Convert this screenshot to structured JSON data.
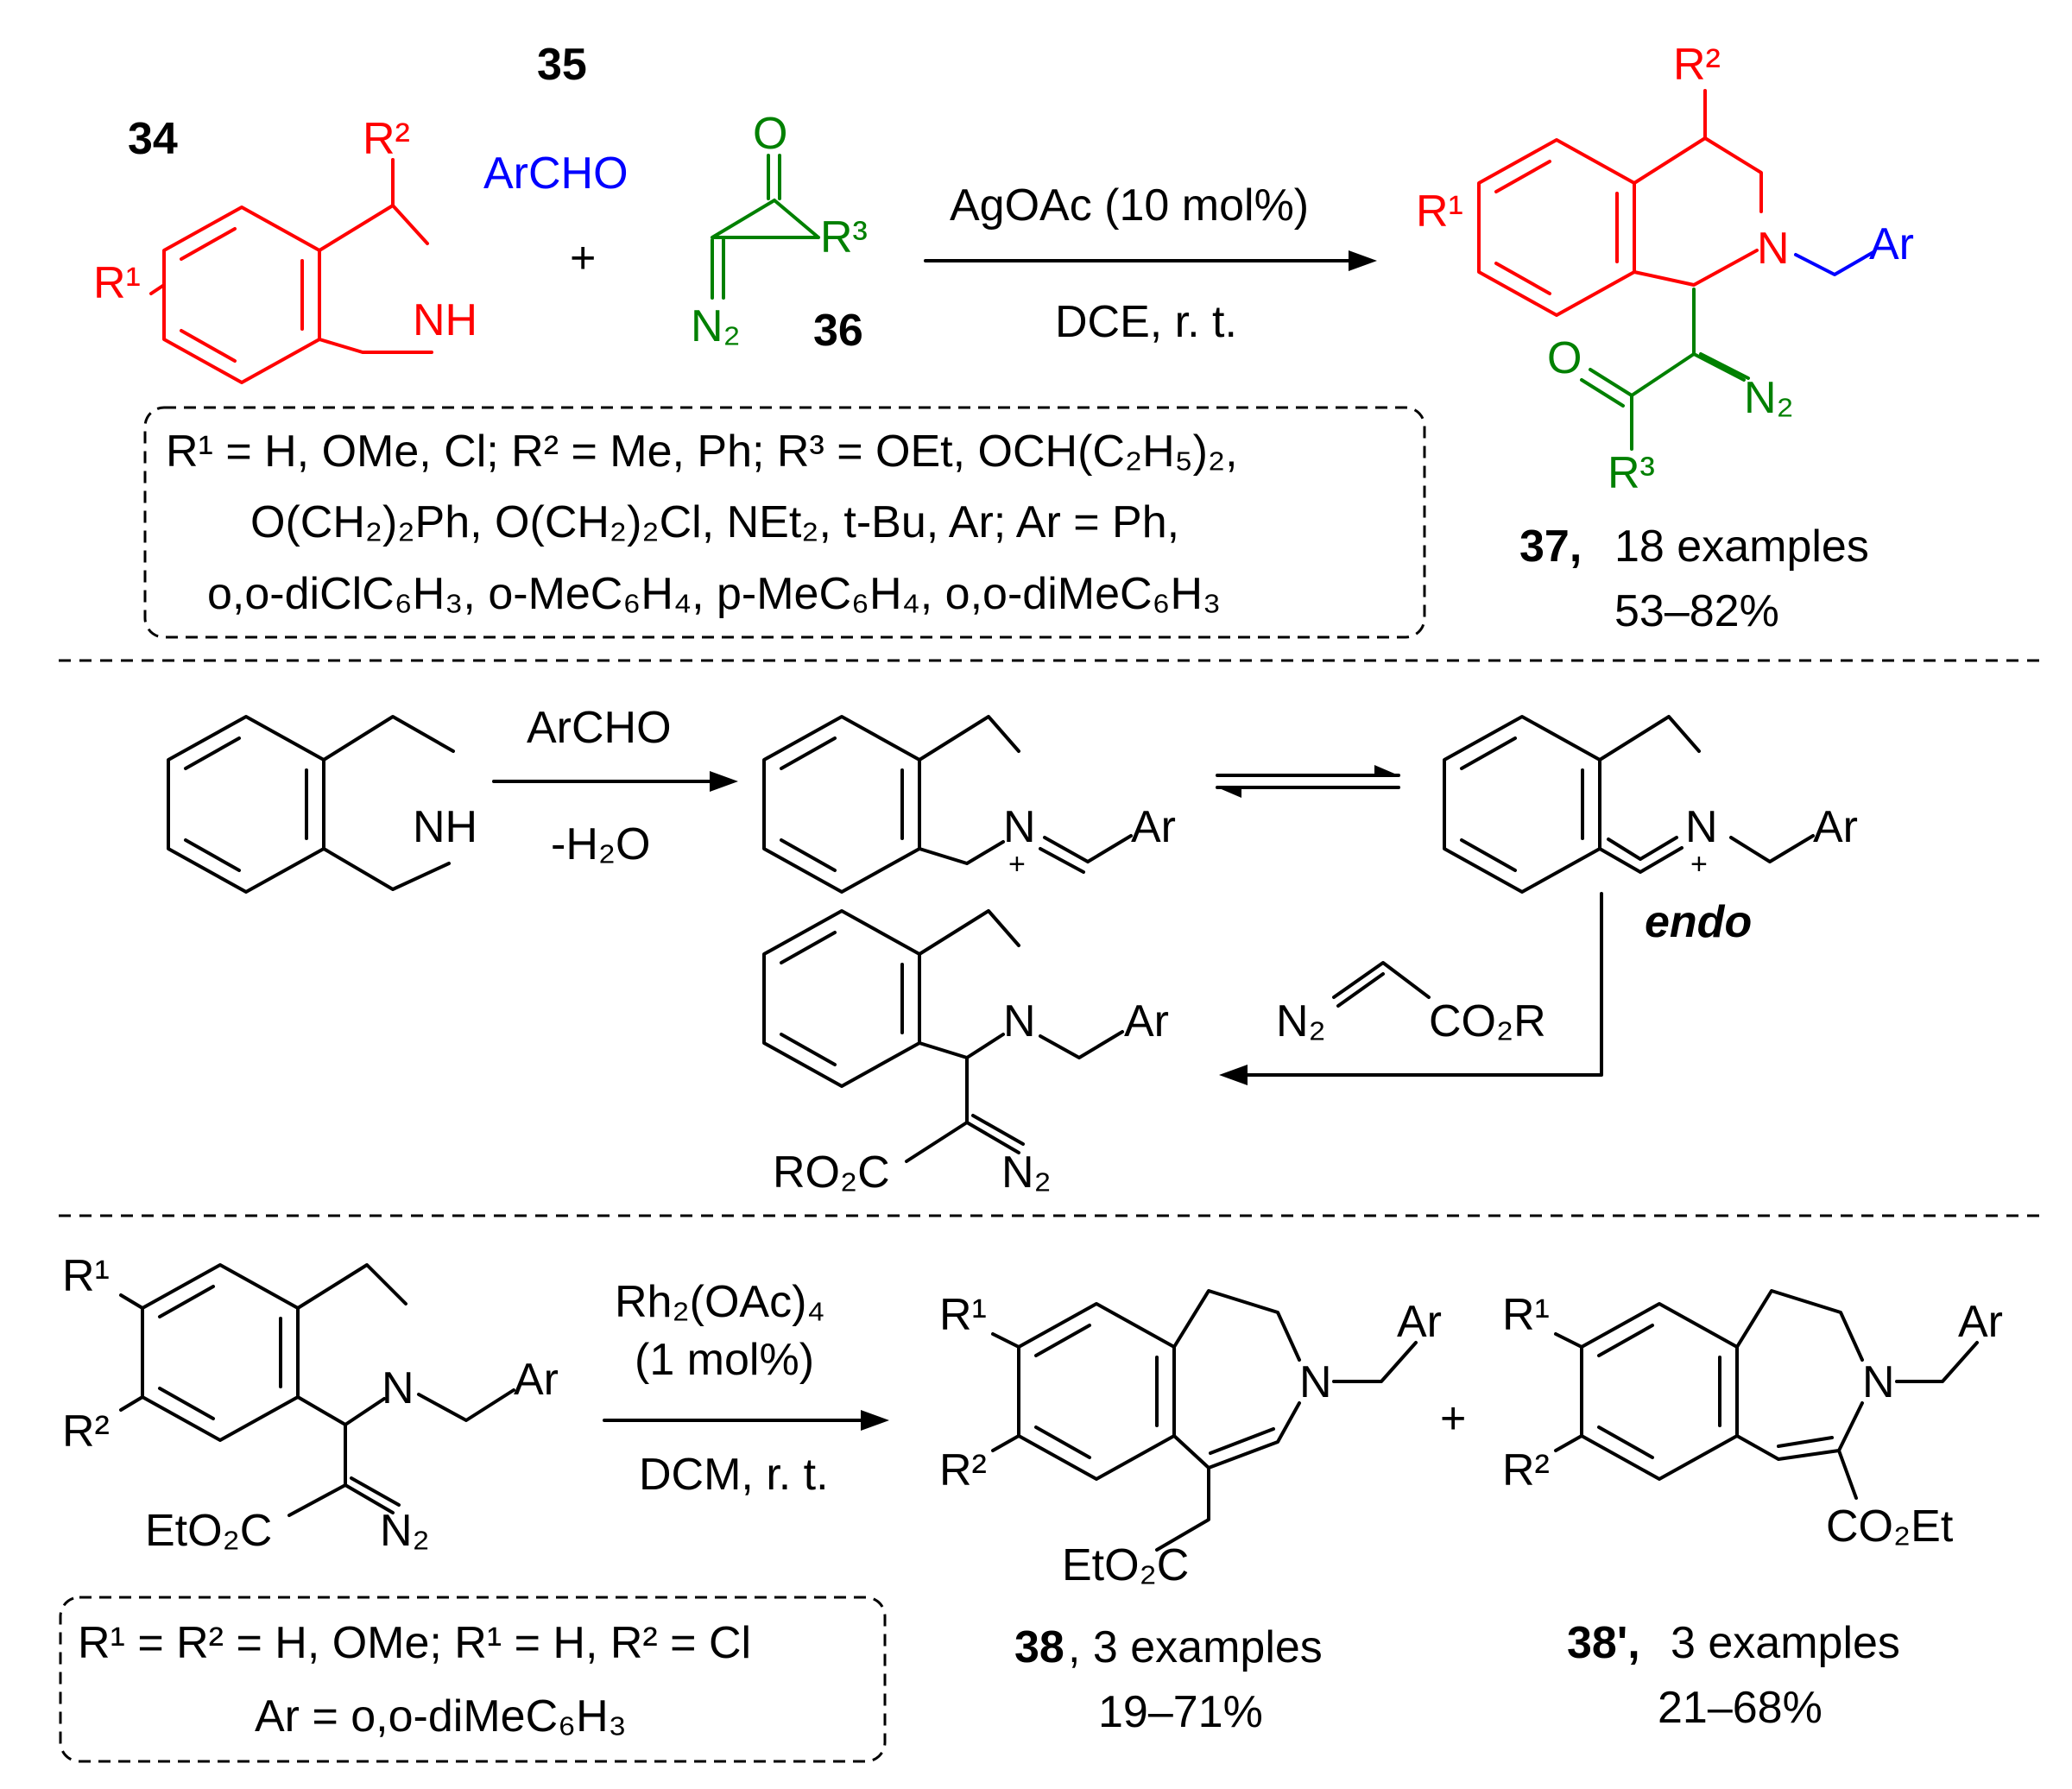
{
  "colors": {
    "substrate": "#ff0000",
    "aldehyde": "#0000ff",
    "diazo": "#008000",
    "text": "#000000"
  },
  "section1": {
    "label_34": "34",
    "label_35": "35",
    "label_36": "36",
    "aldehyde": "ArCHO",
    "plus": "+",
    "conditions_top": "AgOAc (10 mol%)",
    "conditions_bottom": "DCE, r. t.",
    "substituents_line1": "R¹ = H, OMe, Cl; R² = Me, Ph; R³ = OEt, OCH(C₂H₅)₂,",
    "substituents_line2": "O(CH₂)₂Ph, O(CH₂)₂Cl, NEt₂, t-Bu, Ar; Ar = Ph,",
    "substituents_line3": "o,o-diClC₆H₃, o-MeC₆H₄, p-MeC₆H₄, o,o-diMeC₆H₃",
    "product_label": "37,",
    "product_examples": "18 examples",
    "product_yield": "53–82%"
  },
  "section2": {
    "reagent": "ArCHO",
    "minus_water": "-H₂O",
    "endo_label": "endo",
    "diazo_reagent": "CO₂R"
  },
  "section3": {
    "catalyst": "Rh₂(OAc)₄",
    "loading": "(1 mol%)",
    "conditions": "DCM, r. t.",
    "plus": "+",
    "substituents_line1": "R¹ = R² = H, OMe; R¹ = H, R² = Cl",
    "substituents_line2": "Ar = o,o-diMeC₆H₃",
    "product1_label": "38",
    "product1_examples": ", 3 examples",
    "product1_yield": "19–71%",
    "product2_label": "38',",
    "product2_examples": "3 examples",
    "product2_yield": "21–68%"
  },
  "atoms": {
    "R1": "R¹",
    "R2": "R²",
    "R3": "R³",
    "NH": "NH",
    "N": "N",
    "O": "O",
    "N2": "N₂",
    "Ar": "Ar",
    "CO2R": "CO₂R",
    "RO2C": "RO₂C",
    "EtO2C": "EtO₂C",
    "CO2Et": "CO₂Et",
    "plus_charge": "+"
  }
}
